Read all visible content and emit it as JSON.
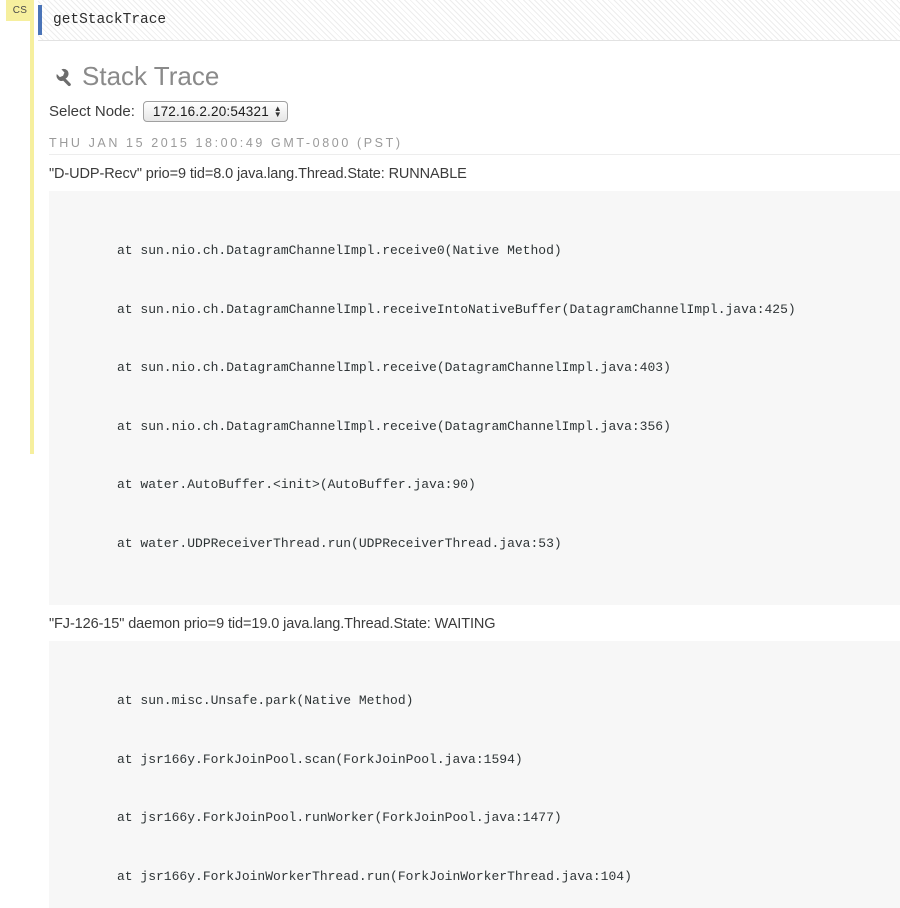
{
  "cell": {
    "badge": "CS",
    "input_text": "getStackTrace",
    "marker_color": "#4a74b8",
    "badge_color": "#f6ef9e"
  },
  "section": {
    "icon": "wrench-icon",
    "title": "Stack Trace"
  },
  "node_selector": {
    "label": "Select Node:",
    "selected": "172.16.2.20:54321",
    "options": [
      "172.16.2.20:54321"
    ]
  },
  "timestamp": "Thu Jan 15 2015 18:00:49 GMT-0800 (PST)",
  "threads": [
    {
      "header": "\"D-UDP-Recv\" prio=9 tid=8.0 java.lang.Thread.State: RUNNABLE",
      "frames": [
        "at sun.nio.ch.DatagramChannelImpl.receive0(Native Method)",
        "at sun.nio.ch.DatagramChannelImpl.receiveIntoNativeBuffer(DatagramChannelImpl.java:425)",
        "at sun.nio.ch.DatagramChannelImpl.receive(DatagramChannelImpl.java:403)",
        "at sun.nio.ch.DatagramChannelImpl.receive(DatagramChannelImpl.java:356)",
        "at water.AutoBuffer.<init>(AutoBuffer.java:90)",
        "at water.UDPReceiverThread.run(UDPReceiverThread.java:53)"
      ]
    },
    {
      "header": "\"FJ-126-15\" daemon prio=9 tid=19.0 java.lang.Thread.State: WAITING",
      "frames": [
        "at sun.misc.Unsafe.park(Native Method)",
        "at jsr166y.ForkJoinPool.scan(ForkJoinPool.java:1594)",
        "at jsr166y.ForkJoinPool.runWorker(ForkJoinPool.java:1477)",
        "at jsr166y.ForkJoinWorkerThread.run(ForkJoinWorkerThread.java:104)"
      ]
    }
  ]
}
